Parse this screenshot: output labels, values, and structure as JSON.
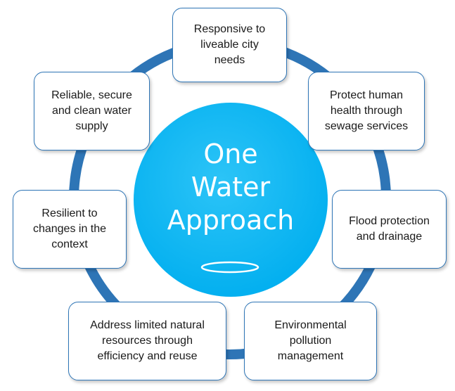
{
  "diagram": {
    "center_label": "One\nWater\nApproach",
    "nodes": [
      {
        "id": "liveable",
        "label": "Responsive to\nliveable city\nneeds"
      },
      {
        "id": "health",
        "label": "Protect human\nhealth through\nsewage services"
      },
      {
        "id": "flood",
        "label": "Flood protection\nand drainage"
      },
      {
        "id": "pollution",
        "label": "Environmental\npollution\nmanagement"
      },
      {
        "id": "resources",
        "label": "Address limited natural\nresources through\nefficiency and reuse"
      },
      {
        "id": "resilient",
        "label": "Resilient to\nchanges in the\ncontext"
      },
      {
        "id": "supply",
        "label": "Reliable, secure\nand clean water\nsupply"
      }
    ],
    "colors": {
      "ring": "#2e75b6",
      "center_fill": "#00b0f0",
      "box_border": "#2e75b6",
      "text": "#1a1a1a",
      "center_text": "#ffffff"
    }
  }
}
